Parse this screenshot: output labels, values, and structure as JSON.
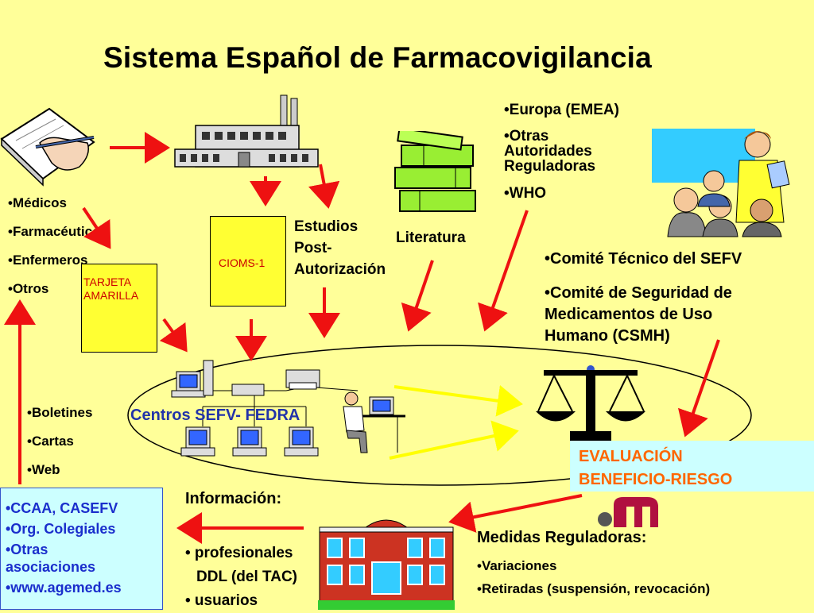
{
  "title": "Sistema Español de Farmacovigilancia",
  "notifiers": [
    "•Médicos",
    "•Farmacéuticos",
    "•Enfermeros",
    "•Otros"
  ],
  "tarjeta": {
    "line1": "TARJETA",
    "line2": "AMARILLA"
  },
  "cioms": "CIOMS-1",
  "estudios": {
    "line1": "Estudios",
    "line2": "Post-",
    "line3": "Autorización"
  },
  "literatura": "Literatura",
  "authorities": {
    "europa": "•Europa (EMEA)",
    "otras1": "•Otras",
    "otras2": "Autoridades",
    "otras3": "Reguladoras",
    "who": "•WHO"
  },
  "comites": {
    "c1": "•Comité Técnico del SEFV",
    "c2a": "•Comité de Seguridad de",
    "c2b": "Medicamentos de Uso",
    "c2c": "Humano (CSMH)"
  },
  "centros": "Centros SEFV- FEDRA",
  "difusion": [
    "•Boletines",
    "•Cartas",
    "•Web"
  ],
  "evaluacion": {
    "line1": "EVALUACIÓN",
    "line2": "BENEFICIO-RIESGO"
  },
  "informacion": {
    "heading": "Información:",
    "item1": "• profesionales",
    "item2": "DDL (del TAC)",
    "item3": "• usuarios"
  },
  "medidas": {
    "heading": "Medidas Reguladoras:",
    "item1": "•Variaciones",
    "item2": "•Retiradas (suspensión, revocación)"
  },
  "destinatarios": [
    "•CCAA, CASEFV",
    "•Org. Colegiales",
    "•Otras",
    "asociaciones",
    "•www.agemed.es"
  ],
  "logo_text": "m",
  "colors": {
    "background": "#ffff99",
    "arrow": "#ee1111",
    "yellow_arrow": "#ffff00",
    "ellipse": "#ffff99",
    "evaluation_box": "#ccffff",
    "evaluation_text": "#ff6600",
    "links_text": "#1a2ecc",
    "centros_text": "#2233aa"
  }
}
